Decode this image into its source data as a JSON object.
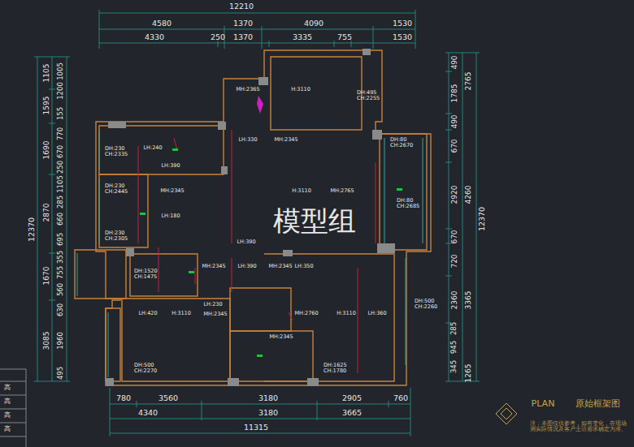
{
  "diagram": {
    "title": "原始框架图",
    "caption": "注：本图仅供参考，如有变化，在现场测实际情况及客户主语需求确定为准。",
    "labels": [
      "12210",
      "4580",
      "1370",
      "4090",
      "1530",
      "4330",
      "250",
      "1370",
      "3335",
      "755",
      "1530",
      "780",
      "3560",
      "3180",
      "2905",
      "760",
      "4340",
      "3180",
      "3665",
      "11315",
      "12370",
      "1105",
      "1595",
      "1690",
      "2870",
      "1670",
      "3085",
      "1005",
      "1200",
      "155",
      "770",
      "670",
      "250",
      "1105",
      "285",
      "660",
      "695",
      "355",
      "755",
      "560",
      "630",
      "1960",
      "495",
      "490",
      "1785",
      "490",
      "670",
      "2920",
      "670",
      "720",
      "2360",
      "285",
      "945",
      "345",
      "2765",
      "4260",
      "3365",
      "1265",
      "12370",
      "MH:2365",
      "H:3110",
      "DH:495 CH:2255",
      "LH:330",
      "MH:2345",
      "DH:230 CH:2335",
      "LH:240",
      "LH:390",
      "DH:80 CH:2670",
      "DH:230 CH:2445",
      "MH:2345",
      "H:3110",
      "MH:2765",
      "DH:80 CH:2685",
      "LH:180",
      "DH:230 CH:2305",
      "LH:390",
      "DH:1520 CH:1475",
      "MH:2345",
      "LH:390",
      "MH:2345",
      "LH:350",
      "DH:500 CH:2260",
      "LH:420",
      "H:3110",
      "MH:2345",
      "LH:230",
      "MH:2760",
      "H:3110",
      "LH:360",
      "MH:2345",
      "DH:500 CH:2270",
      "DH:1625 CH:1780",
      "模型组",
      "PLAN",
      "高",
      "高",
      "高",
      "高"
    ]
  }
}
